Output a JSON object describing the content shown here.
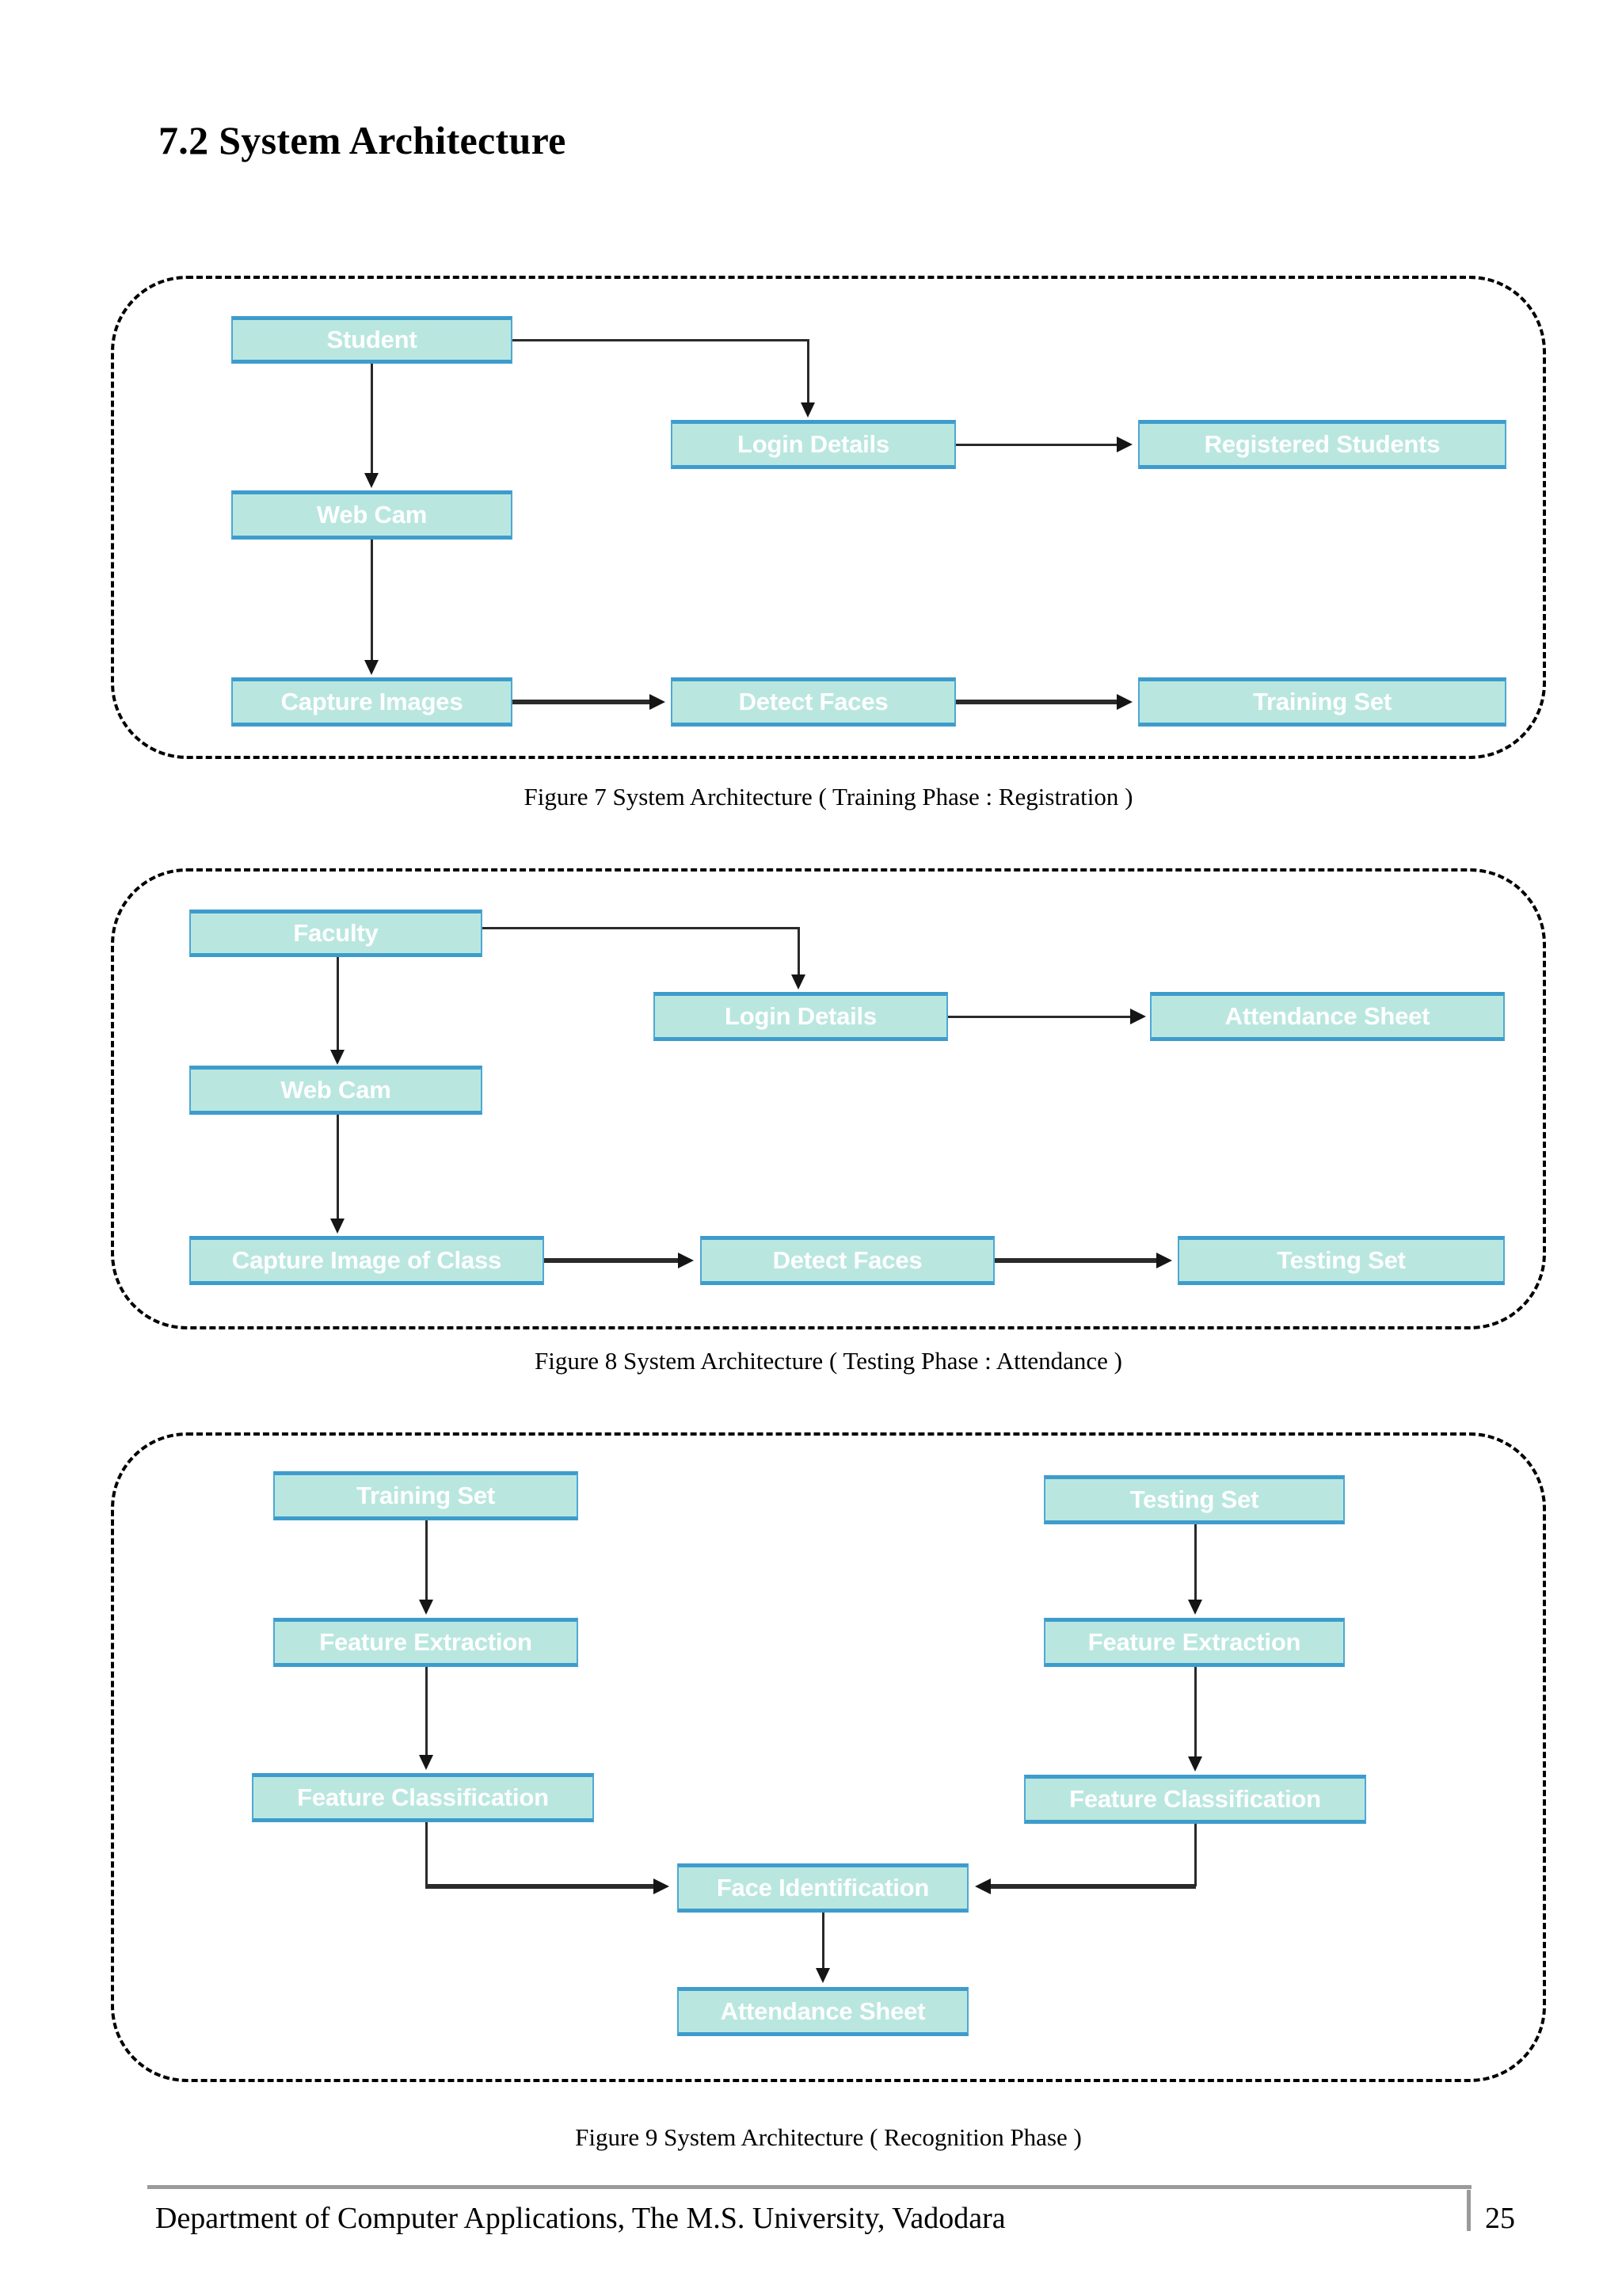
{
  "document": {
    "heading": "7.2 System Architecture",
    "footer": {
      "text": "Department of Computer Applications, The M.S. University, Vadodara",
      "page_number": "25"
    }
  },
  "colors": {
    "box_fill": "#b9e7df",
    "box_border": "#4ea8d4",
    "box_border_accent": "#3e9ccd",
    "box_text": "#ffffff",
    "connector": "#2a2a2a",
    "frame_border": "#000000",
    "footer_rule": "#9a9a9a"
  },
  "figures": [
    {
      "id": "figure-7",
      "caption": "Figure 7 System Architecture ( Training Phase : Registration )",
      "nodes": [
        {
          "id": "student",
          "label": "Student"
        },
        {
          "id": "login-details",
          "label": "Login Details"
        },
        {
          "id": "registered-students",
          "label": "Registered Students"
        },
        {
          "id": "web-cam",
          "label": "Web Cam"
        },
        {
          "id": "capture-images",
          "label": "Capture Images"
        },
        {
          "id": "detect-faces",
          "label": "Detect Faces"
        },
        {
          "id": "training-set",
          "label": "Training Set"
        }
      ],
      "edges": [
        {
          "from": "student",
          "to": "login-details"
        },
        {
          "from": "student",
          "to": "web-cam"
        },
        {
          "from": "login-details",
          "to": "registered-students"
        },
        {
          "from": "web-cam",
          "to": "capture-images"
        },
        {
          "from": "capture-images",
          "to": "detect-faces"
        },
        {
          "from": "detect-faces",
          "to": "training-set"
        }
      ]
    },
    {
      "id": "figure-8",
      "caption": "Figure 8 System Architecture ( Testing Phase : Attendance )",
      "nodes": [
        {
          "id": "faculty",
          "label": "Faculty"
        },
        {
          "id": "login-details",
          "label": "Login Details"
        },
        {
          "id": "attendance-sheet",
          "label": "Attendance Sheet"
        },
        {
          "id": "web-cam",
          "label": "Web Cam"
        },
        {
          "id": "capture-image-of-class",
          "label": "Capture Image of Class"
        },
        {
          "id": "detect-faces",
          "label": "Detect Faces"
        },
        {
          "id": "testing-set",
          "label": "Testing Set"
        }
      ],
      "edges": [
        {
          "from": "faculty",
          "to": "login-details"
        },
        {
          "from": "faculty",
          "to": "web-cam"
        },
        {
          "from": "login-details",
          "to": "attendance-sheet"
        },
        {
          "from": "web-cam",
          "to": "capture-image-of-class"
        },
        {
          "from": "capture-image-of-class",
          "to": "detect-faces"
        },
        {
          "from": "detect-faces",
          "to": "testing-set"
        }
      ]
    },
    {
      "id": "figure-9",
      "caption": "Figure 9 System Architecture ( Recognition Phase )",
      "nodes": [
        {
          "id": "training-set",
          "label": "Training Set"
        },
        {
          "id": "testing-set",
          "label": "Testing Set"
        },
        {
          "id": "feature-extraction-left",
          "label": "Feature Extraction"
        },
        {
          "id": "feature-extraction-right",
          "label": "Feature Extraction"
        },
        {
          "id": "feature-classification-left",
          "label": "Feature Classification"
        },
        {
          "id": "feature-classification-right",
          "label": "Feature Classification"
        },
        {
          "id": "face-identification",
          "label": "Face Identification"
        },
        {
          "id": "attendance-sheet",
          "label": "Attendance Sheet"
        }
      ],
      "edges": [
        {
          "from": "training-set",
          "to": "feature-extraction-left"
        },
        {
          "from": "testing-set",
          "to": "feature-extraction-right"
        },
        {
          "from": "feature-extraction-left",
          "to": "feature-classification-left"
        },
        {
          "from": "feature-extraction-right",
          "to": "feature-classification-right"
        },
        {
          "from": "feature-classification-left",
          "to": "face-identification"
        },
        {
          "from": "feature-classification-right",
          "to": "face-identification"
        },
        {
          "from": "face-identification",
          "to": "attendance-sheet"
        }
      ]
    }
  ]
}
